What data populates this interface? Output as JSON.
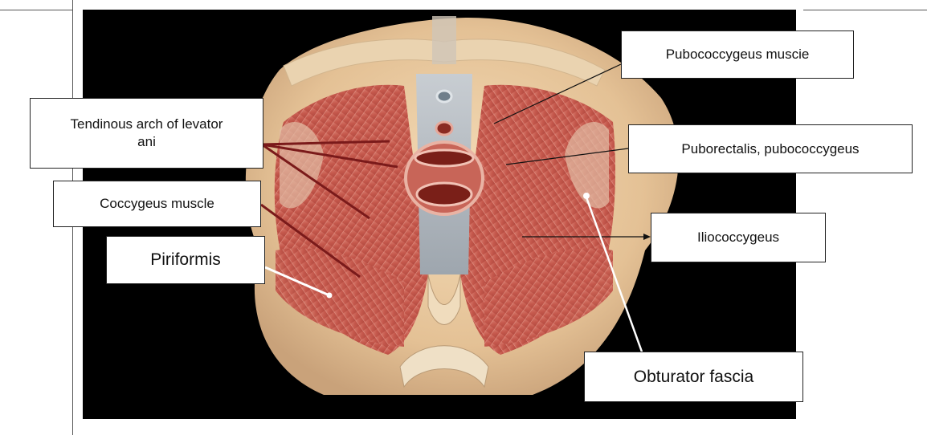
{
  "labels": {
    "pubococcygeus_muscle": "Pubococcygeus muscie",
    "tendinous_arch": "Tendinous arch of levator ani",
    "puborectalis": "Puborectalis, pubococcygeus",
    "coccygeus_muscle": "Coccygeus muscle",
    "iliococcygeus": "Iliococcygeus",
    "piriformis": "Piriformis",
    "obturator_fascia": "Obturator fascia"
  },
  "colors": {
    "background": "#000000",
    "bone": "#e9cba0",
    "muscle": "#c9655a",
    "pointer_dark": "#7a1a1a",
    "pointer_light": "#ffffff"
  }
}
